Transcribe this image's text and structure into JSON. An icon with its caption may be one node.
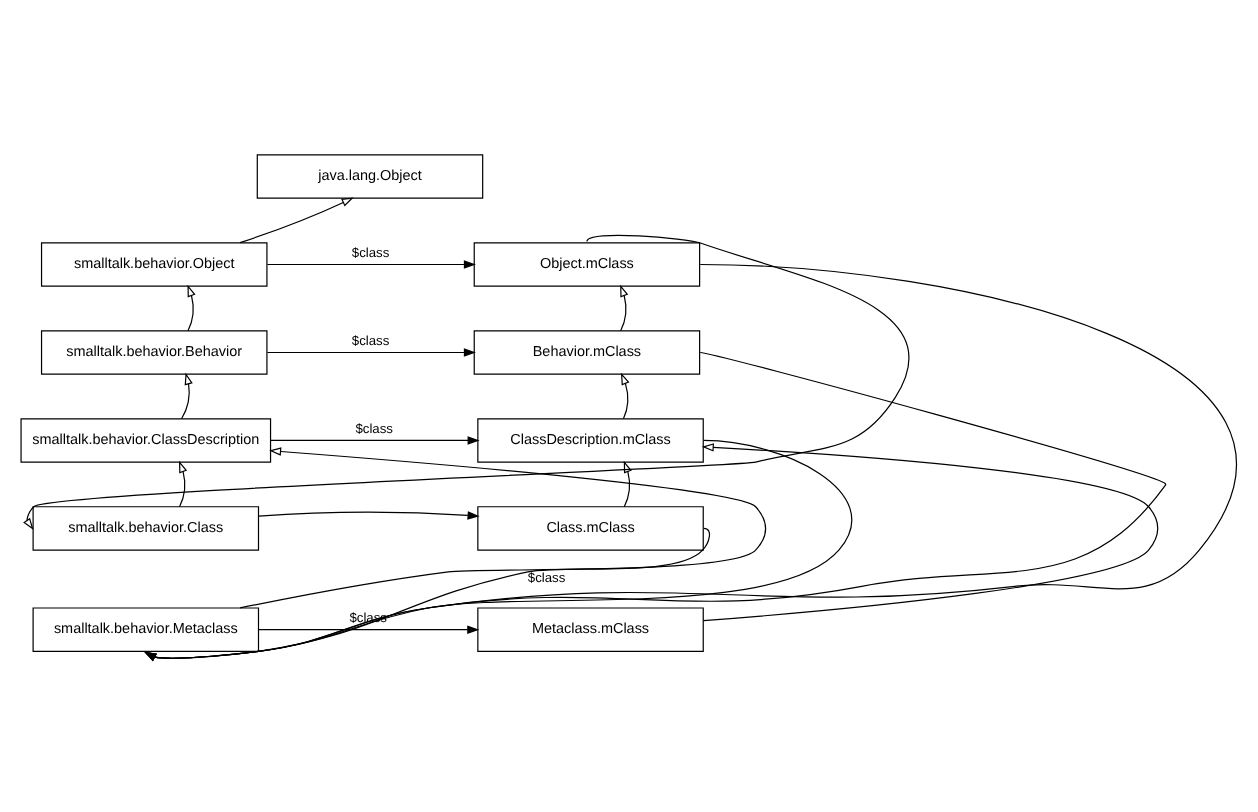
{
  "diagram": {
    "nodes": [
      {
        "text": [
          "java.lang.Object"
        ]
      },
      {
        "text": [
          "smalltalk.behavior.Object"
        ]
      },
      {
        "text": [
          "Object.mClass"
        ]
      },
      {
        "text": [
          "smalltalk.behavior.Behavior"
        ]
      },
      {
        "text": [
          "Behavior.mClass"
        ]
      },
      {
        "text": [
          "smalltalk.behavior.ClassDescription"
        ]
      },
      {
        "text": [
          "ClassDescription.mClass"
        ]
      },
      {
        "text": [
          "smalltalk.behavior.Class"
        ]
      },
      {
        "text": [
          "Class.mClass"
        ]
      },
      {
        "text": [
          "smalltalk.behavior.Metaclass"
        ]
      },
      {
        "text": [
          "Metaclass.mClass"
        ]
      }
    ],
    "edges": [
      {
        "from": 1,
        "to": 0,
        "arrow": "to"
      },
      {
        "from": 1,
        "to": 2,
        "arrow": "to",
        "label": "$class"
      },
      {
        "from": 4,
        "to": 2,
        "arrow": "to"
      },
      {
        "from": 3,
        "to": 1,
        "arrow": "to"
      },
      {
        "from": 3,
        "to": 4,
        "arrow": "to",
        "label": "$class"
      },
      {
        "from": 6,
        "to": 4,
        "arrow": "to"
      },
      {
        "from": 5,
        "to": 3,
        "arrow": "to"
      },
      {
        "from": 5,
        "to": 6,
        "arrow": "to",
        "label": "$class"
      },
      {
        "from": 7,
        "to": 5,
        "arrow": "to"
      },
      {
        "from": 8,
        "to": 6,
        "arrow": "to"
      },
      {
        "from": 7,
        "to": 8,
        "arrow": "to"
      },
      {
        "from": 9,
        "to": 5,
        "arrow": "to"
      },
      {
        "from": 10,
        "to": 6,
        "arrow": "to"
      },
      {
        "from": 9,
        "to": 10,
        "arrow": "to",
        "label": "$class"
      },
      {
        "from": 2,
        "to": 7,
        "arrow": "to"
      },
      {
        "from": 2,
        "to": 9,
        "arrow": "to"
      },
      {
        "from": 4,
        "to": 9,
        "arrow": "to"
      },
      {
        "from": 6,
        "to": 9,
        "arrow": "to"
      },
      {
        "from": 8,
        "to": 9,
        "arrow": "to",
        "label": "$class"
      }
    ]
  }
}
